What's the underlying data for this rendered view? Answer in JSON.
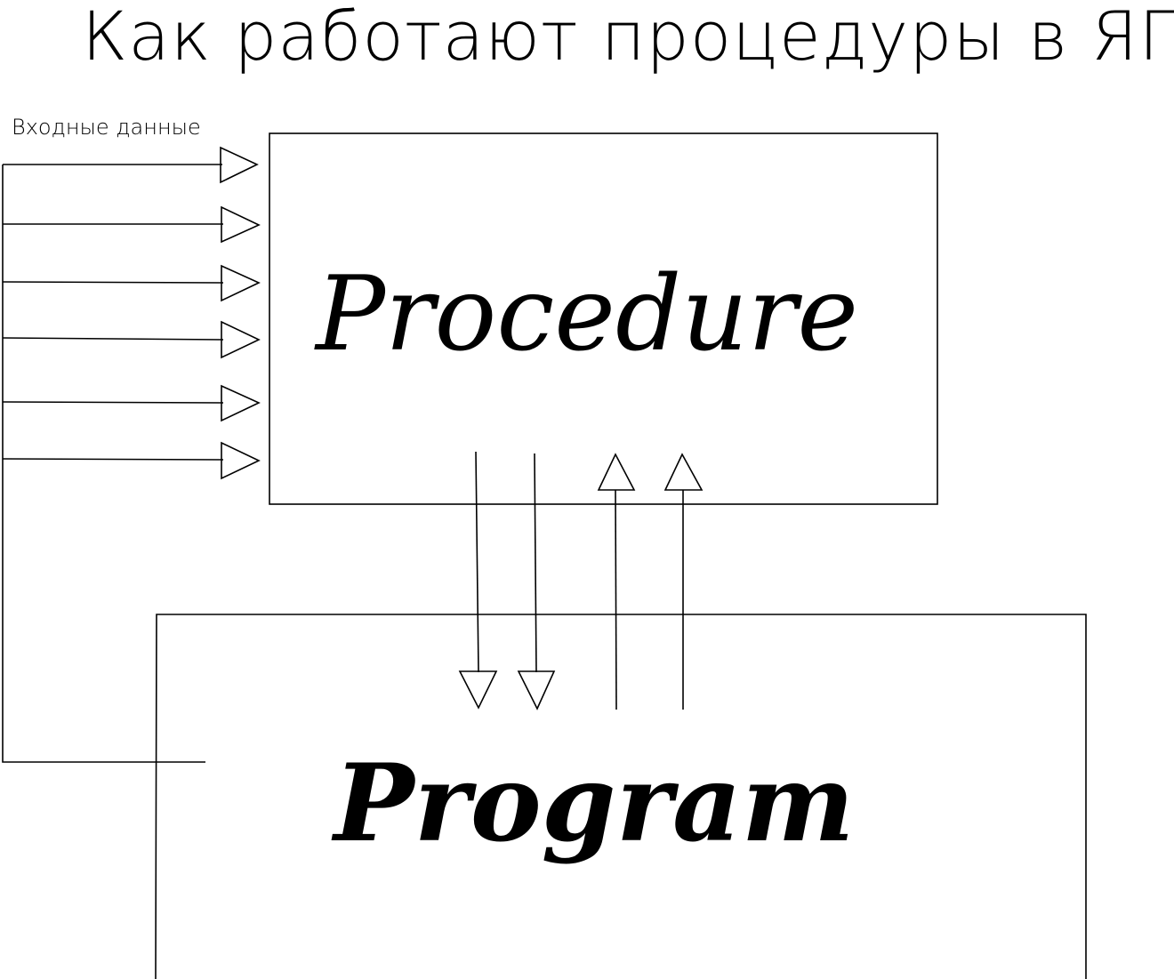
{
  "diagram": {
    "title": "Как работают процедуры в ЯП.",
    "input_label": "Входные данные",
    "procedure_label": "Procedure",
    "program_label": "Program",
    "stroke_color": "#000000",
    "background_color": "#ffffff"
  }
}
